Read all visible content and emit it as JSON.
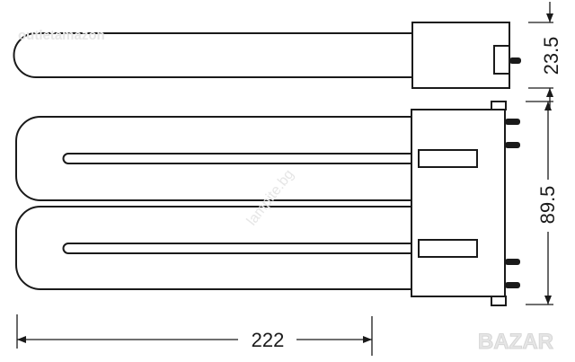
{
  "dimensions": {
    "height_side": "23.5",
    "height_front": "89.5",
    "length": "222"
  },
  "watermarks": [
    "outletamazon",
    "lampite.bg",
    "BAZAR"
  ]
}
